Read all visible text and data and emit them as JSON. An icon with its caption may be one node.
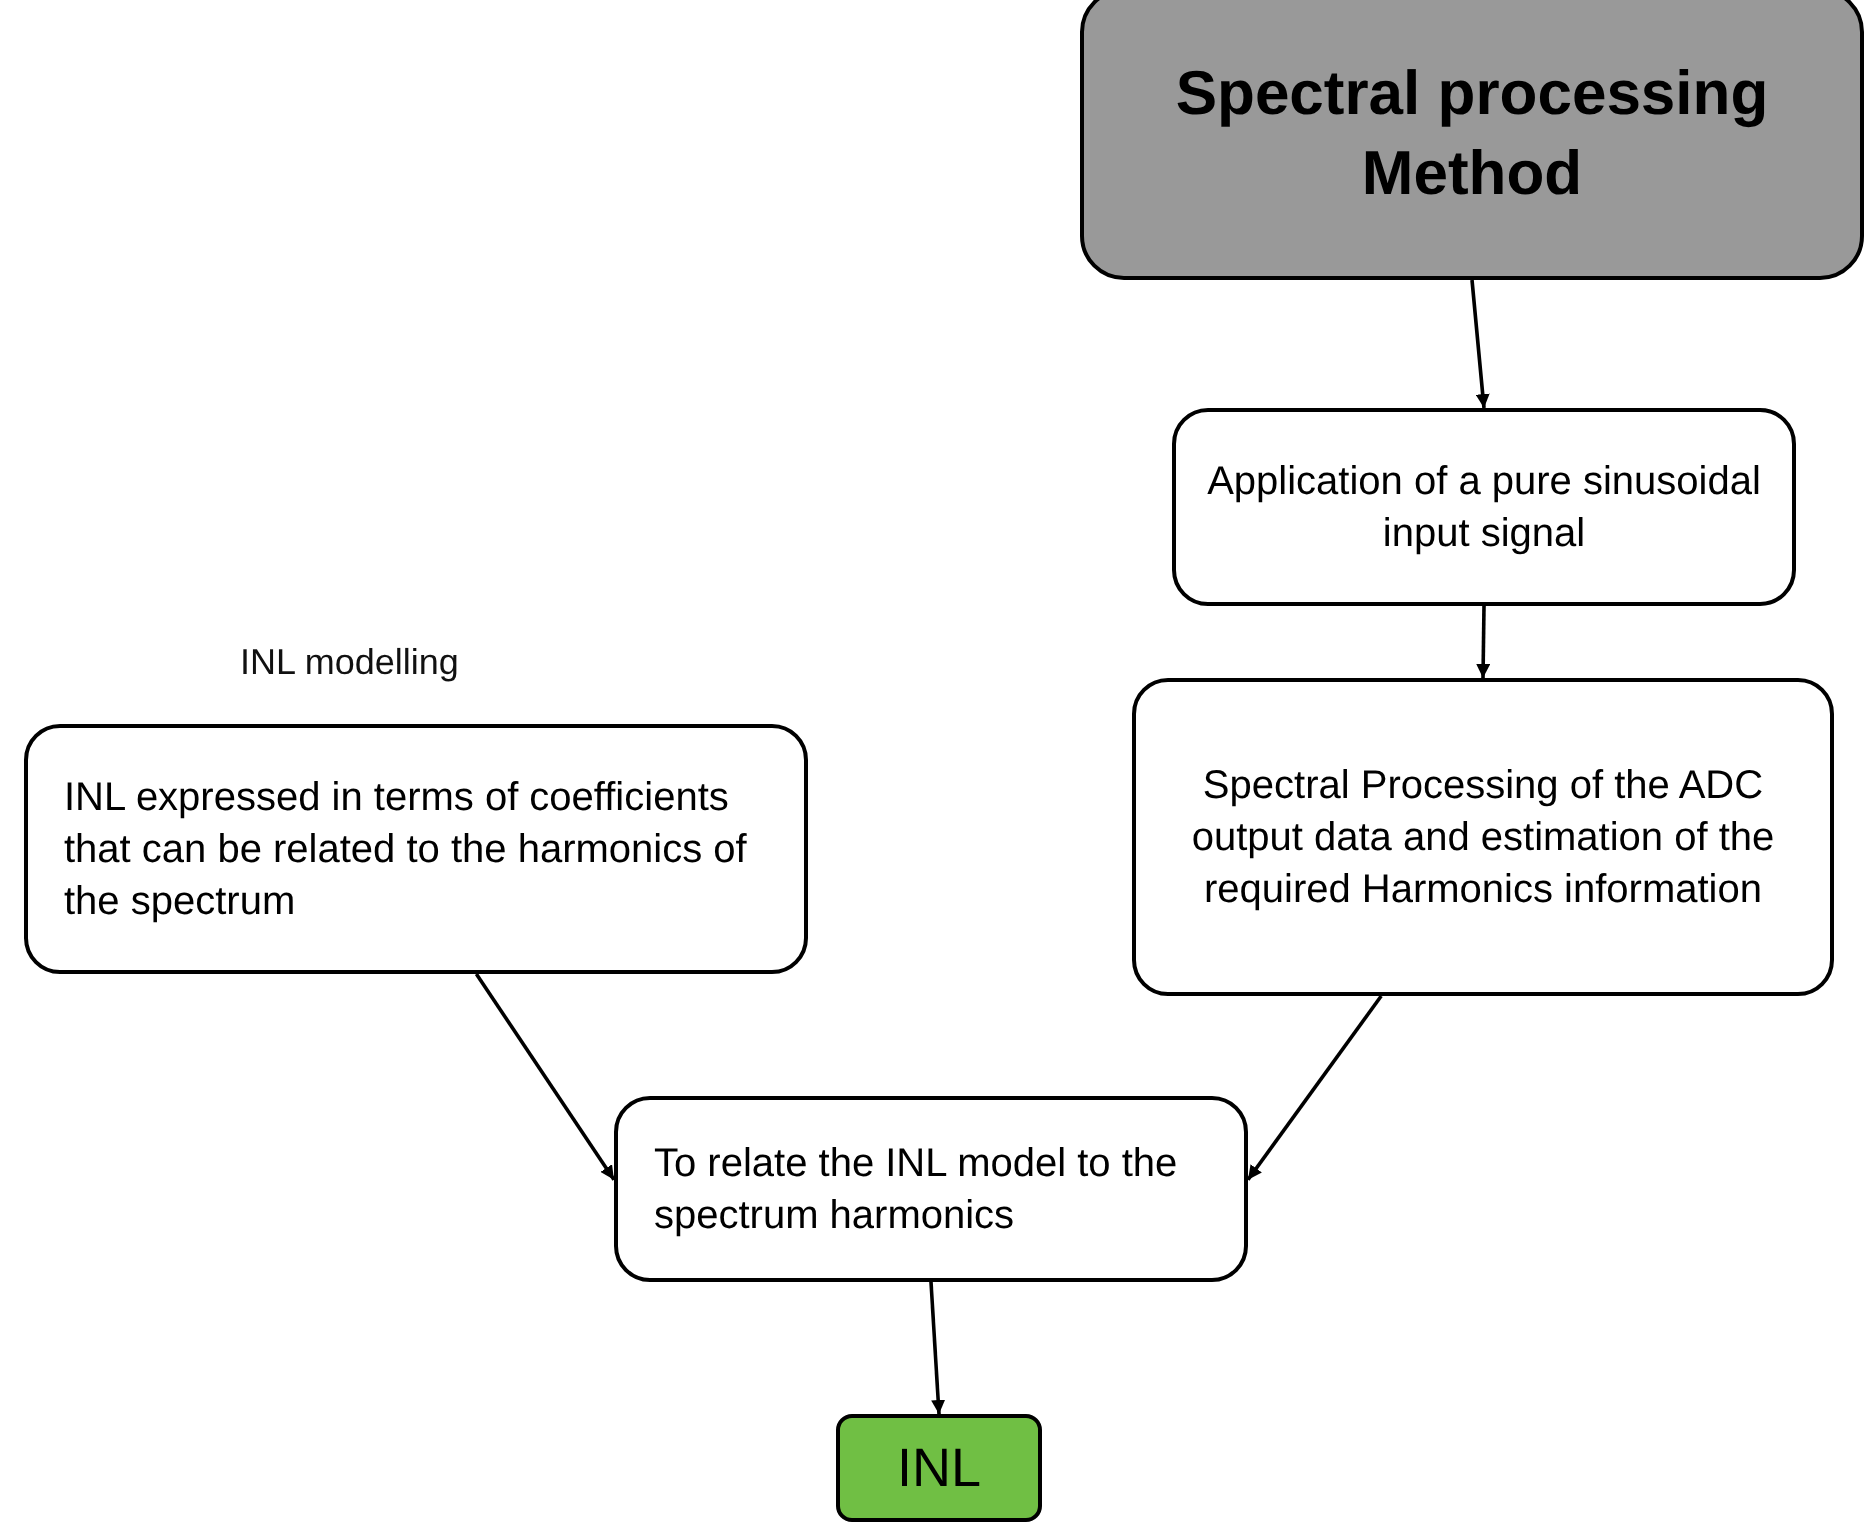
{
  "diagram": {
    "nodes": [
      {
        "text": [
          "Spectral processing Method"
        ]
      },
      {
        "text": [
          "Application of a pure sinusoidal input signal"
        ]
      },
      {
        "text": [
          "Spectral Processing of the ADC output data and estimation of the required Harmonics information"
        ]
      },
      {
        "text": [
          "INL modelling",
          "INL expressed in terms of coefficients that can be related to the harmonics of the spectrum"
        ]
      },
      {
        "text": [
          "To relate the INL model to the spectrum harmonics"
        ]
      },
      {
        "text": [
          "INL"
        ]
      }
    ],
    "edges": [
      {
        "from": 0,
        "to": 1,
        "arrow": "to"
      },
      {
        "from": 1,
        "to": 2,
        "arrow": "to"
      },
      {
        "from": 3,
        "to": 4,
        "arrow": "to"
      },
      {
        "from": 2,
        "to": 4,
        "arrow": "to"
      },
      {
        "from": 4,
        "to": 5,
        "arrow": "to"
      }
    ]
  }
}
